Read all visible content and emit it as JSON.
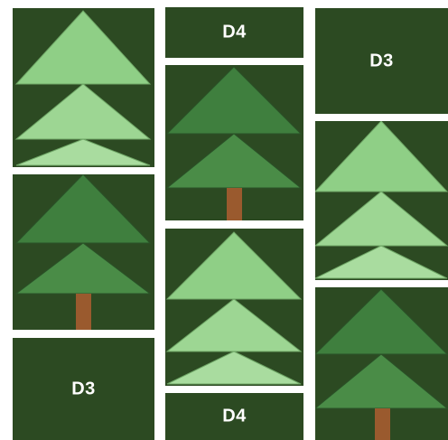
{
  "colors": {
    "background_green": "#2c4a22",
    "light_tree_green": "#8fcf86",
    "dark_tree_green": "#3f8742",
    "trunk_brown": "#9a5a2e",
    "label_white": "#ffffff"
  },
  "blocks": {
    "col1_top": {
      "kind": "light-tree-3-tier"
    },
    "col1_mid": {
      "kind": "dark-tree-with-trunk"
    },
    "col1_bottom": {
      "kind": "label-block",
      "label": "D3"
    },
    "col2_top": {
      "kind": "label-block",
      "label": "D4"
    },
    "col2_mid": {
      "kind": "dark-tree-with-trunk"
    },
    "col2_lower": {
      "kind": "light-tree-3-tier"
    },
    "col2_bottom": {
      "kind": "label-block",
      "label": "D4"
    },
    "col3_top": {
      "kind": "label-block",
      "label": "D3"
    },
    "col3_mid": {
      "kind": "light-tree-3-tier"
    },
    "col3_bottom": {
      "kind": "dark-tree-with-trunk"
    }
  }
}
